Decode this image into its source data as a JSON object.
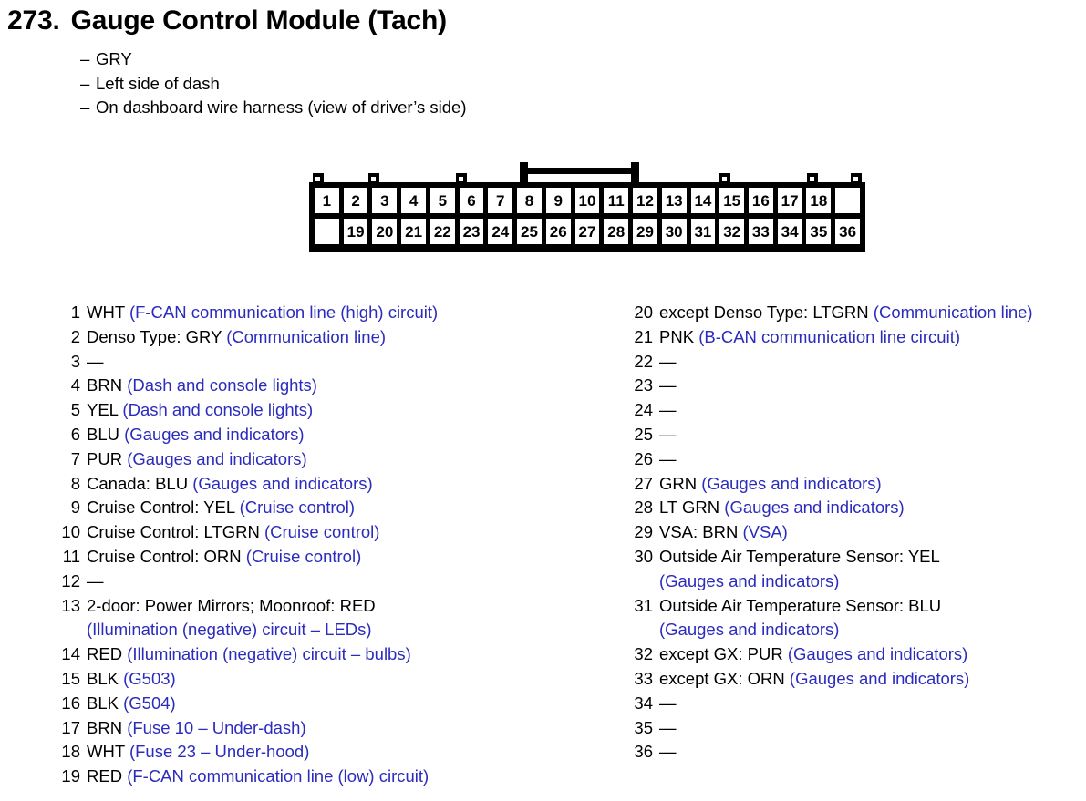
{
  "header": {
    "number": "273.",
    "title": "Gauge Control Module (Tach)",
    "bullets": [
      "GRY",
      "Left side of dash",
      "On dashboard wire harness (view of driver’s side)"
    ],
    "dash": "–"
  },
  "connector": {
    "name": "36-pin connector",
    "top_row": [
      "1",
      "2",
      "3",
      "4",
      "5",
      "6",
      "7",
      "8",
      "9",
      "10",
      "11",
      "12",
      "13",
      "14",
      "15",
      "16",
      "17",
      "18",
      ""
    ],
    "bottom_row": [
      "",
      "19",
      "20",
      "21",
      "22",
      "23",
      "24",
      "25",
      "26",
      "27",
      "28",
      "29",
      "30",
      "31",
      "32",
      "33",
      "34",
      "35",
      "36"
    ]
  },
  "colors": {
    "circuit_text": "#2b2bbd",
    "wire_text": "#000000"
  },
  "pins_left": [
    {
      "num": "1",
      "black": "WHT",
      "blue": "(F-CAN communication line (high) circuit)"
    },
    {
      "num": "2",
      "black": "Denso Type: GRY",
      "blue": "(Communication line)"
    },
    {
      "num": "3",
      "black": "—",
      "blue": ""
    },
    {
      "num": "4",
      "black": "BRN",
      "blue": "(Dash and console lights)"
    },
    {
      "num": "5",
      "black": "YEL",
      "blue": "(Dash and console lights)"
    },
    {
      "num": "6",
      "black": "BLU",
      "blue": "(Gauges and indicators)"
    },
    {
      "num": "7",
      "black": "PUR",
      "blue": "(Gauges and indicators)"
    },
    {
      "num": "8",
      "black": "Canada: BLU",
      "blue": "(Gauges and indicators)"
    },
    {
      "num": "9",
      "black": "Cruise Control: YEL",
      "blue": "(Cruise control)"
    },
    {
      "num": "10",
      "black": "Cruise Control: LTGRN ",
      "blue": "(Cruise control)"
    },
    {
      "num": "11",
      "black": "Cruise Control: ORN",
      "blue": "(Cruise control)"
    },
    {
      "num": "12",
      "black": "—",
      "blue": ""
    },
    {
      "num": "13",
      "black": "2-door: Power Mirrors; Moonroof: RED",
      "blue": "(Illumination (negative) circuit – LEDs)",
      "wrap": true
    },
    {
      "num": "14",
      "black": "RED",
      "blue": "(Illumination (negative) circuit – bulbs)"
    },
    {
      "num": "15",
      "black": "BLK",
      "blue": "(G503)"
    },
    {
      "num": "16",
      "black": "BLK",
      "blue": "(G504)"
    },
    {
      "num": "17",
      "black": "BRN",
      "blue": "(Fuse 10 – Under-dash)"
    },
    {
      "num": "18",
      "black": "WHT",
      "blue": "(Fuse 23 – Under-hood)"
    },
    {
      "num": "19",
      "black": "RED",
      "blue": "(F-CAN communication line (low) circuit)"
    }
  ],
  "pins_right": [
    {
      "num": "20",
      "black": "except Denso Type: LTGRN ",
      "blue": "(Communication line)"
    },
    {
      "num": "21",
      "black": "PNK",
      "blue": "(B-CAN communication line circuit)"
    },
    {
      "num": "22",
      "black": "—",
      "blue": ""
    },
    {
      "num": "23",
      "black": "—",
      "blue": ""
    },
    {
      "num": "24",
      "black": "—",
      "blue": ""
    },
    {
      "num": "25",
      "black": "—",
      "blue": ""
    },
    {
      "num": "26",
      "black": "—",
      "blue": ""
    },
    {
      "num": "27",
      "black": "GRN",
      "blue": "(Gauges and indicators)"
    },
    {
      "num": "28",
      "black": "LT GRN",
      "blue": "(Gauges and indicators)"
    },
    {
      "num": "29",
      "black": "VSA: BRN",
      "blue": "(VSA)"
    },
    {
      "num": "30",
      "black": "Outside Air Temperature Sensor: YEL",
      "blue": "(Gauges and indicators)",
      "wrap": true
    },
    {
      "num": "31",
      "black": "Outside Air Temperature Sensor: BLU",
      "blue": "(Gauges and indicators)",
      "wrap": true
    },
    {
      "num": "32",
      "black": "except GX: PUR",
      "blue": "(Gauges and indicators)"
    },
    {
      "num": "33",
      "black": "except GX: ORN",
      "blue": "(Gauges and indicators)"
    },
    {
      "num": "34",
      "black": "—",
      "blue": ""
    },
    {
      "num": "35",
      "black": "—",
      "blue": ""
    },
    {
      "num": "36",
      "black": "—",
      "blue": ""
    }
  ]
}
